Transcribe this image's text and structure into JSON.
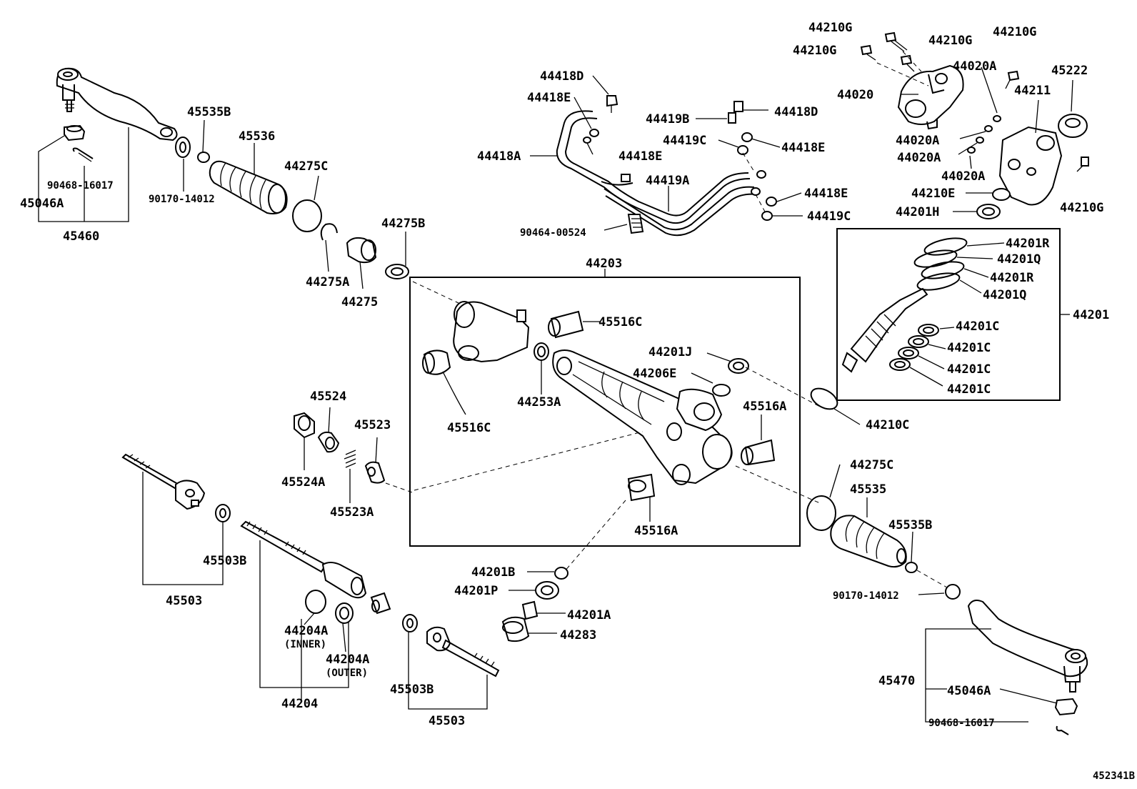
{
  "diagram": {
    "image_code": "452341B",
    "labels": {
      "p45046A_l": "45046A",
      "p90468_l": "90468-16017",
      "p45460": "45460",
      "p45535B_l": "45535B",
      "p90170_l": "90170-14012",
      "p45536": "45536",
      "p44275C_l": "44275C",
      "p44275A": "44275A",
      "p44275": "44275",
      "p44275B": "44275B",
      "p44418D": "44418D",
      "p44418E_a": "44418E",
      "p44418E_b": "44418E",
      "p44418A": "44418A",
      "p44419A": "44419A",
      "p90464": "90464-00524",
      "p44419B": "44419B",
      "p44418D_b": "44418D",
      "p44419C_a": "44419C",
      "p44418E_c": "44418E",
      "p44418E_d": "44418E",
      "p44419C_b": "44419C",
      "p44210G_1": "44210G",
      "p44210G_2": "44210G",
      "p44210G_3": "44210G",
      "p44210G_4": "44210G",
      "p44210G_5": "44210G",
      "p44020A_1": "44020A",
      "p44020": "44020",
      "p44020A_2": "44020A",
      "p44020A_3": "44020A",
      "p44020A_4": "44020A",
      "p45222": "45222",
      "p44211": "44211",
      "p44210E": "44210E",
      "p44201H": "44201H",
      "p44203": "44203",
      "p45516C_a": "45516C",
      "p45516C_b": "45516C",
      "p44253A": "44253A",
      "p44201J": "44201J",
      "p44206E": "44206E",
      "p45516A_a": "45516A",
      "p45516A_b": "45516A",
      "p44201R_a": "44201R",
      "p44201Q_a": "44201Q",
      "p44201R_b": "44201R",
      "p44201Q_b": "44201Q",
      "p44201": "44201",
      "p44201C_1": "44201C",
      "p44201C_2": "44201C",
      "p44201C_3": "44201C",
      "p44201C_4": "44201C",
      "p44210C": "44210C",
      "p45524": "45524",
      "p45523": "45523",
      "p45524A": "45524A",
      "p45523A": "45523A",
      "p45503B_l": "45503B",
      "p45503_l": "45503",
      "p44204A_in": "44204A",
      "inner": "(INNER)",
      "p44204A_out": "44204A",
      "outer": "(OUTER)",
      "p44204": "44204",
      "p45503B_r": "45503B",
      "p45503_r": "45503",
      "p44201B": "44201B",
      "p44201P": "44201P",
      "p44201A": "44201A",
      "p44283": "44283",
      "p44275C_r": "44275C",
      "p45535": "45535",
      "p45535B_r": "45535B",
      "p90170_r": "90170-14012",
      "p45470": "45470",
      "p45046A_r": "45046A",
      "p90468_r": "90468-16017"
    }
  }
}
